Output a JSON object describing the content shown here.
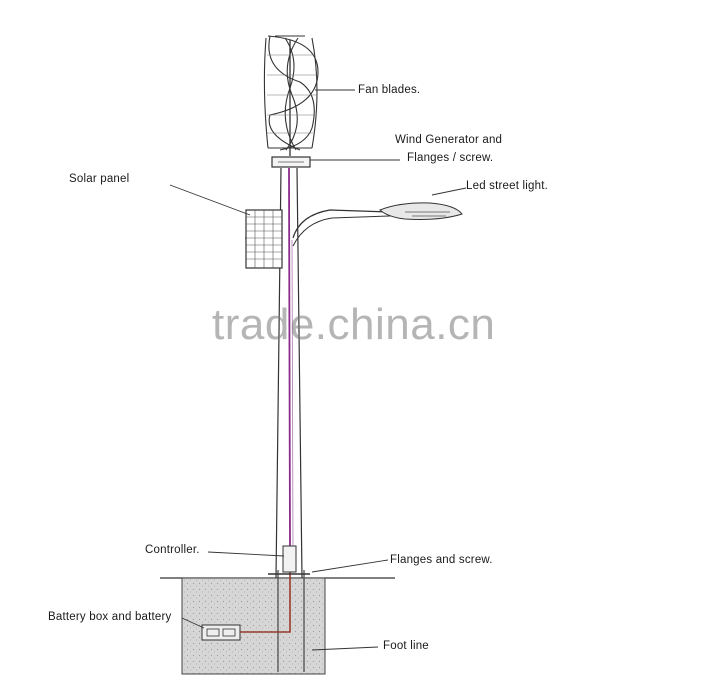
{
  "labels": {
    "fan_blades": "Fan blades.",
    "wind_generator_line1": "Wind  Generator  and",
    "wind_generator_line2": "Flanges / screw.",
    "led_street_light": "Led street light.",
    "solar_panel": "Solar panel",
    "controller": "Controller.",
    "flanges_and_screw": "Flanges and screw.",
    "battery_box": "Battery box and battery",
    "foot_line": "Foot line"
  },
  "watermark": "trade.china.cn",
  "colors": {
    "line": "#333333",
    "cable": "#8a2a8a",
    "foundation": "#d4d4d4",
    "battery_cable": "#9a3a2a"
  }
}
